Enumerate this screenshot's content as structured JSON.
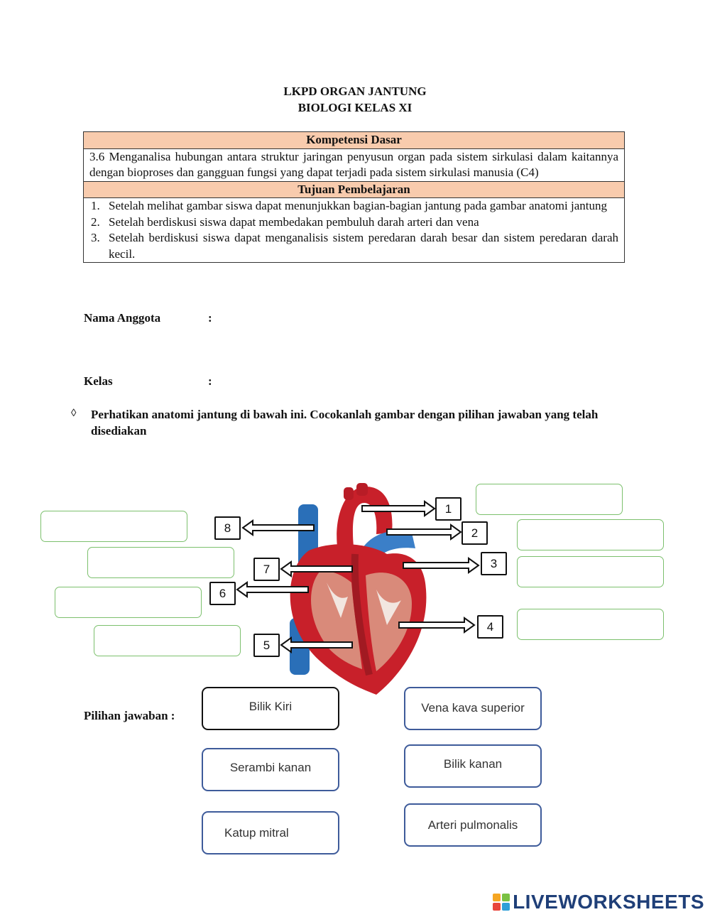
{
  "header": {
    "title_line1": "LKPD ORGAN JANTUNG",
    "title_line2": "BIOLOGI KELAS XI"
  },
  "competency": {
    "heading": "Kompetensi Dasar",
    "text": "3.6 Menganalisa hubungan antara struktur jaringan penyusun organ pada sistem sirkulasi dalam kaitannya dengan bioproses dan gangguan fungsi yang dapat terjadi pada sistem sirkulasi manusia (C4)"
  },
  "objectives": {
    "heading": "Tujuan Pembelajaran",
    "items": [
      "Setelah melihat gambar siswa dapat menunjukkan bagian-bagian jantung pada gambar anatomi jantung",
      "Setelah berdiskusi siswa dapat membedakan pembuluh darah arteri dan vena",
      "Setelah berdiskusi siswa dapat menganalisis sistem peredaran darah besar dan sistem peredaran darah kecil."
    ]
  },
  "fields": {
    "members_label": "Nama Anggota",
    "class_label": "Kelas",
    "colon": ":"
  },
  "instruction": {
    "bullet": "◊",
    "text": "Perhatikan anatomi jantung di bawah ini. Cocokanlah gambar dengan pilihan jawaban yang telah disediakan"
  },
  "diagram": {
    "numbers": [
      "1",
      "2",
      "3",
      "4",
      "5",
      "6",
      "7",
      "8"
    ],
    "colors": {
      "answer_border": "#7cc06d",
      "heart_red": "#c8202a",
      "vessel_blue": "#2a6fb8",
      "muscle": "#d98a7a"
    }
  },
  "choices": {
    "label": "Pilihan jawaban :",
    "items": [
      "Bilik Kiri",
      "Vena kava superior",
      "Serambi kanan",
      "Bilik kanan",
      "Katup mitral",
      "Arteri pulmonalis"
    ]
  },
  "brand": {
    "name": "LIVEWORKSHEETS",
    "colors": [
      "#f5a623",
      "#7ac143",
      "#e8463c",
      "#2f9fd8"
    ]
  }
}
